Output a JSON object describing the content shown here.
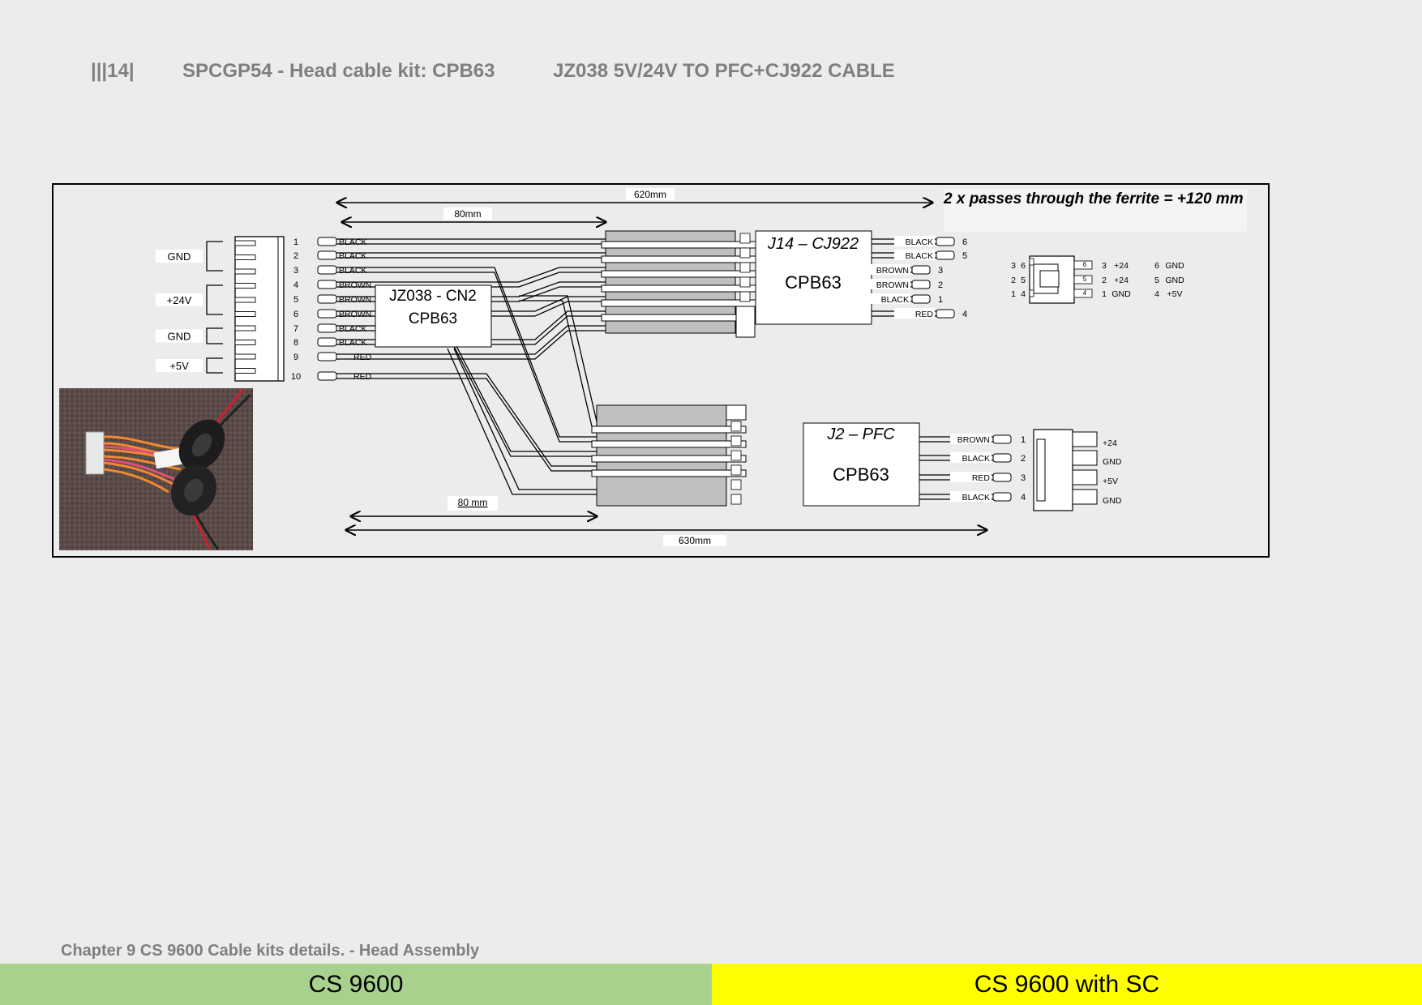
{
  "header": {
    "page_code": "|||14|",
    "kit_title": "SPCGP54 - Head cable kit: CPB63",
    "cable_title": "JZ038 5V/24V TO PFC+CJ922 CABLE"
  },
  "diagram": {
    "note": "2 x passes through the ferrite = +120 mm",
    "dimensions": {
      "top_total": "620mm",
      "top_segment": "80mm",
      "bottom_segment": "80 mm",
      "bottom_total": "630mm"
    },
    "source_connector": {
      "groups": [
        "GND",
        "+24V",
        "GND",
        "+5V"
      ],
      "pins": [
        "1",
        "2",
        "3",
        "4",
        "5",
        "6",
        "7",
        "8",
        "9",
        "10"
      ],
      "wire_colors": [
        "BLACK",
        "BLACK",
        "BLACK",
        "BROWN",
        "BROWN",
        "BROWN",
        "BLACK",
        "BLACK",
        "RED",
        "RED"
      ],
      "label_line1": "JZ038 - CN2",
      "label_line2": "CPB63"
    },
    "j14": {
      "label_line1": "J14 – CJ922",
      "label_line2": "CPB63",
      "wires": [
        {
          "color": "BLACK",
          "pin": "6"
        },
        {
          "color": "BLACK",
          "pin": "5"
        },
        {
          "color": "BROWN",
          "pin": "3"
        },
        {
          "color": "BROWN",
          "pin": "2"
        },
        {
          "color": "BLACK",
          "pin": "1"
        },
        {
          "color": "RED",
          "pin": "4"
        }
      ],
      "pinout": {
        "left_rows": [
          [
            "3",
            "6"
          ],
          [
            "2",
            "5"
          ],
          [
            "1",
            "4"
          ]
        ],
        "tab_pins": [
          "6",
          "5",
          "4"
        ],
        "right_rows": [
          [
            "3",
            "+24",
            "6",
            "GND"
          ],
          [
            "2",
            "+24",
            "5",
            "GND"
          ],
          [
            "1",
            "GND",
            "4",
            "+5V"
          ]
        ]
      }
    },
    "j2": {
      "label_line1": "J2 – PFC",
      "label_line2": "CPB63",
      "wires": [
        {
          "color": "BROWN",
          "pin": "1",
          "signal": "+24"
        },
        {
          "color": "BLACK",
          "pin": "2",
          "signal": "GND"
        },
        {
          "color": "RED",
          "pin": "3",
          "signal": "+5V"
        },
        {
          "color": "BLACK",
          "pin": "4",
          "signal": "GND"
        }
      ]
    }
  },
  "footer": {
    "chapter": "Chapter 9 CS 9600 Cable kits details. - Head Assembly",
    "left_label": "CS 9600",
    "right_label": "CS 9600 with SC",
    "left_color": "#a9d18e",
    "right_color": "#ffff00"
  }
}
